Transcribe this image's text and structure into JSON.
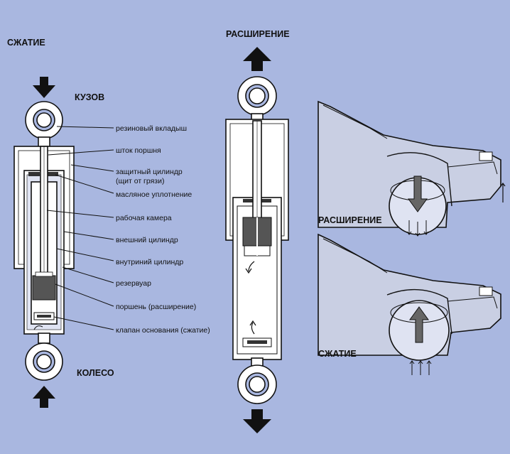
{
  "headings": {
    "compression_left": "СЖАТИЕ",
    "body": "КУЗОВ",
    "wheel": "КОЛЕСО",
    "extension_center": "РАСШИРЕНИЕ",
    "extension_car": "РАСШИРЕНИЕ",
    "compression_car": "СЖАТИЕ"
  },
  "labels": [
    "резиновый вкладыш",
    "шток поршня",
    "защитный цилиндр",
    "(щит от грязи)",
    "масляное уплотнение",
    "рабочая камера",
    "внешний цилиндр",
    "внутриний цилиндр",
    "резервуар",
    "поршень (расширение)",
    "клапан основания (сжатие)"
  ],
  "colors": {
    "background": "#a9b7e0",
    "metal_fill": "#ffffff",
    "piston": "#555555",
    "ink": "#111111",
    "car_body": "#c9cfe3"
  }
}
